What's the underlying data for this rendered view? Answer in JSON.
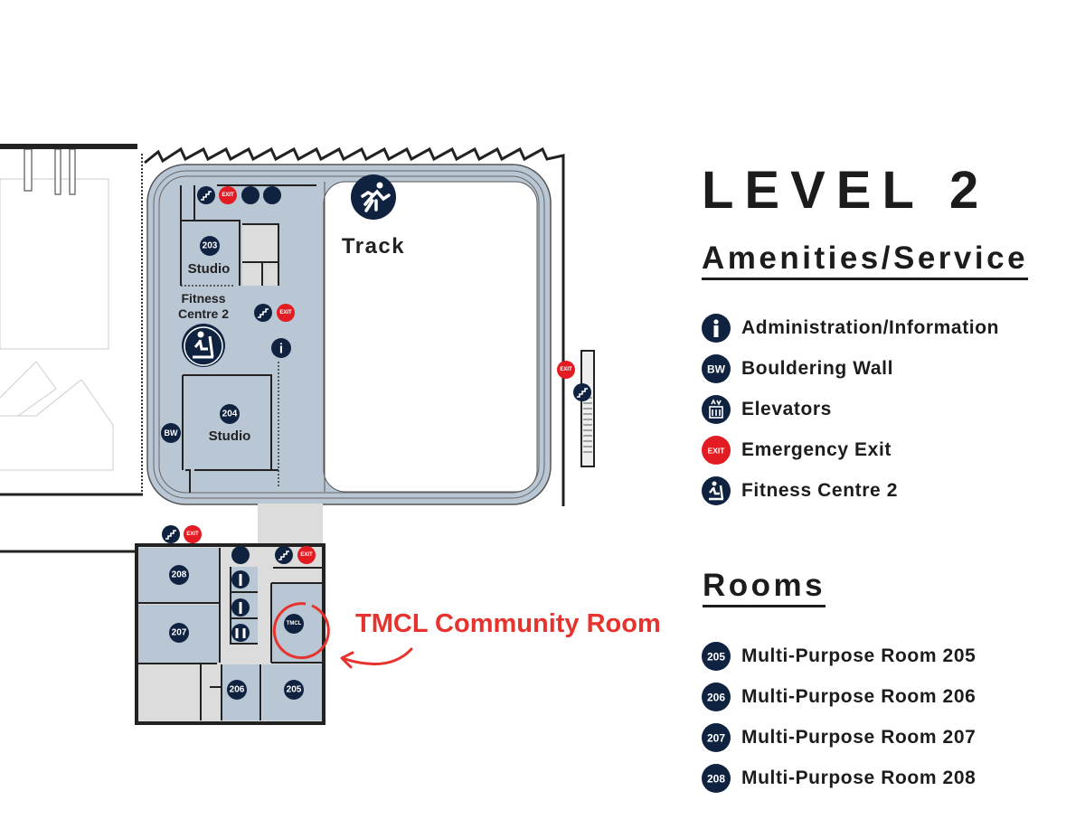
{
  "header": {
    "title": "LEVEL 2"
  },
  "amenities": {
    "heading": "Amenities/Service",
    "items": [
      {
        "icon": "info-icon",
        "badge": "i",
        "label": "Administration/Information"
      },
      {
        "icon": "bouldering-wall-icon",
        "badge": "BW",
        "label": "Bouldering Wall"
      },
      {
        "icon": "elevator-icon",
        "badge": "",
        "label": "Elevators"
      },
      {
        "icon": "exit-icon",
        "badge": "EXIT",
        "label": "Emergency Exit"
      },
      {
        "icon": "fitness-icon",
        "badge": "",
        "label": "Fitness Centre 2"
      }
    ]
  },
  "rooms": {
    "heading": "Rooms",
    "items": [
      {
        "badge": "205",
        "label": "Multi-Purpose Room 205"
      },
      {
        "badge": "206",
        "label": "Multi-Purpose Room 206"
      },
      {
        "badge": "207",
        "label": "Multi-Purpose Room 207"
      },
      {
        "badge": "208",
        "label": "Multi-Purpose Room 208"
      }
    ]
  },
  "map": {
    "track_label": "Track",
    "studio_203": {
      "badge": "203",
      "label": "Studio"
    },
    "studio_204": {
      "badge": "204",
      "label": "Studio"
    },
    "fitness_line1": "Fitness",
    "fitness_line2": "Centre 2",
    "bw": "BW",
    "exit": "EXIT",
    "info": "i",
    "tmcl_badge": "TMCL",
    "room_205": "205",
    "room_206": "206",
    "room_207": "207",
    "room_208": "208"
  },
  "annotation": {
    "text": "TMCL Community Room",
    "color": "#e6332e"
  },
  "colors": {
    "navy": "#0f2341",
    "exit_red": "#e31b23",
    "room_fill": "#b9c6d4",
    "corridor": "#dcdcdc"
  }
}
